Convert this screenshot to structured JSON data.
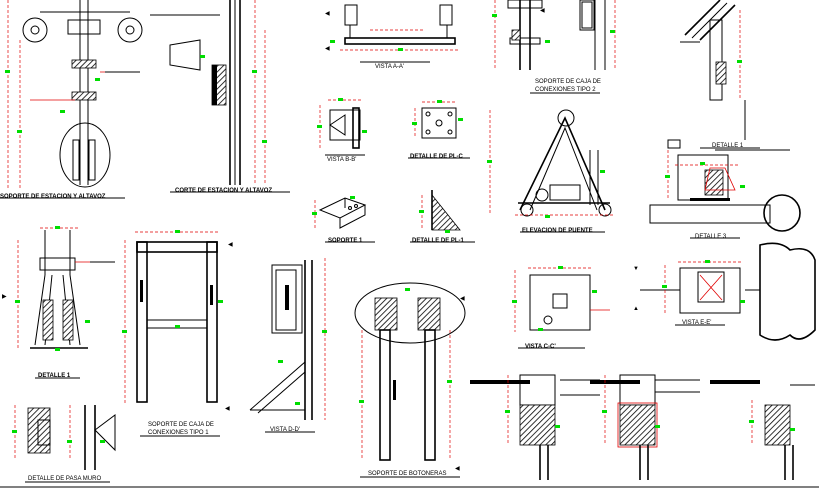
{
  "labels": {
    "soporte_estacion": "SOPORTE DE ESTACION Y ALTAVOZ",
    "corte_estacion": "CORTE DE ESTACION Y ALTAVOZ",
    "vista_aa": "VISTA A-A'",
    "soporte_caja_2_l1": "SOPORTE DE CAJA DE",
    "soporte_caja_2_l2": "CONEXIONES TIPO 2",
    "detalle_top": "DETALLE 1",
    "vista_bb": "VISTA B-B'",
    "detalle_plc": "DETALLE DE PL-C",
    "soporte_1": "SOPORTE 1",
    "detalle_pl1": "DETALLE DE PL-1",
    "elevacion_puente": "ELEVACION DE PUENTE",
    "detalle_3": "DETALLE 3",
    "detalle_1": "DETALLE 1",
    "soporte_caja_1_l1": "SOPORTE DE CAJA DE",
    "soporte_caja_1_l2": "CONEXIONES TIPO 1",
    "vista_dd": "VISTA D-D'",
    "vista_cc": "VISTA C-C'",
    "vista_ee": "VISTA E-E'",
    "detalle_pasa_muro": "DETALLE DE PASA MURO",
    "soporte_botoneras": "SOPORTE DE BOTONERAS"
  },
  "colors": {
    "line": "#000000",
    "dimension": "#e00000",
    "marker": "#00dd00",
    "background": "#ffffff"
  }
}
